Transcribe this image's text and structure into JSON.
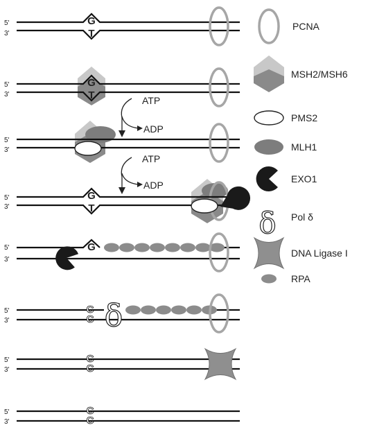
{
  "strand_ends": {
    "five": "5'",
    "three": "3'"
  },
  "bases": {
    "g": "G",
    "t": "T",
    "c": "C"
  },
  "reaction_arrows": [
    {
      "in": "ATP",
      "out": "ADP"
    },
    {
      "in": "ATP",
      "out": "ADP"
    }
  ],
  "legend": [
    {
      "icon": "pcna-ring-icon",
      "label": "PCNA"
    },
    {
      "icon": "msh2-msh6-hexagon-icon",
      "label": "MSH2/MSH6"
    },
    {
      "icon": "pms2-ellipse-icon",
      "label": "PMS2"
    },
    {
      "icon": "mlh1-ellipse-icon",
      "label": "MLH1"
    },
    {
      "icon": "exo1-pacman-icon",
      "label": "EXO1"
    },
    {
      "icon": "pol-delta-icon",
      "label": "Pol δ"
    },
    {
      "icon": "dna-ligase-star-icon",
      "label": "DNA Ligase I"
    },
    {
      "icon": "rpa-dot-icon",
      "label": "RPA"
    }
  ],
  "colors": {
    "strand": "#111111",
    "pcna": "#a6a6a6",
    "msh_light": "#c8c8c8",
    "msh_dark": "#8a8a8a",
    "mlh1": "#7d7d7d",
    "rpa": "#8c8c8c",
    "exo1": "#1a1a1a",
    "ligase": "#8f8f8f"
  }
}
